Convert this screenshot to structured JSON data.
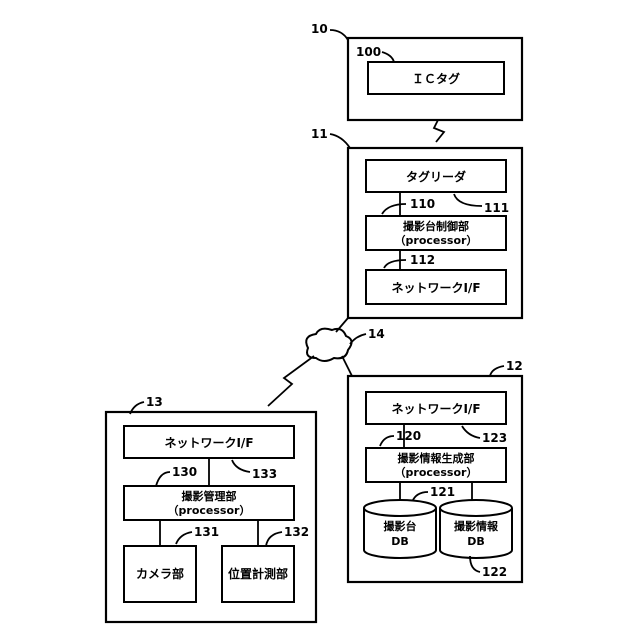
{
  "refs": {
    "r10": "10",
    "r100": "100",
    "r11": "11",
    "r110": "110",
    "r111": "111",
    "r112": "112",
    "r12": "12",
    "r120": "120",
    "r121": "121",
    "r122": "122",
    "r123": "123",
    "r13": "13",
    "r130": "130",
    "r131": "131",
    "r132": "132",
    "r133": "133",
    "r14": "14"
  },
  "device_10": {
    "ic_tag": "ＩＣタグ"
  },
  "device_11": {
    "tag_reader": "タグリーダ",
    "controller_line1": "撮影台制御部",
    "controller_line2": "（processor）",
    "network_if": "ネットワークI/F"
  },
  "device_12": {
    "network_if": "ネットワークI/F",
    "info_gen_line1": "撮影情報生成部",
    "info_gen_line2": "（processor）",
    "db1_line1": "撮影台",
    "db1_line2": "DB",
    "db2_line1": "撮影情報",
    "db2_line2": "DB"
  },
  "device_13": {
    "network_if": "ネットワークI/F",
    "manager_line1": "撮影管理部",
    "manager_line2": "（processor）",
    "camera": "カメラ部",
    "position": "位置計測部"
  }
}
